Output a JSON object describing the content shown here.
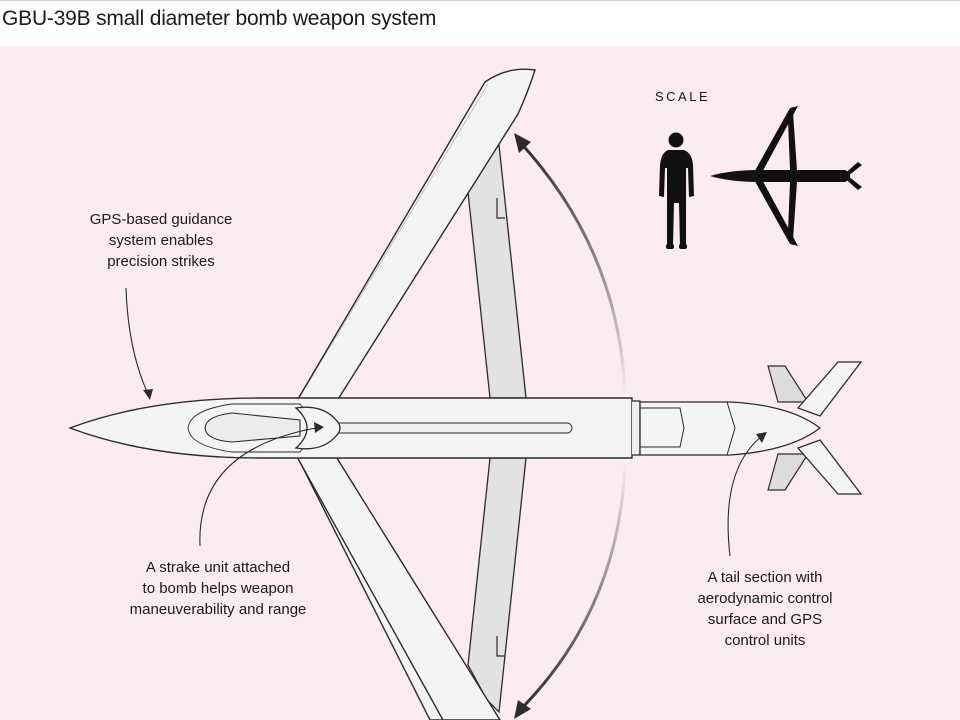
{
  "title": "GBU-39B small diameter bomb weapon system",
  "scale_label": "SCALE",
  "callouts": {
    "guidance": [
      "GPS-based guidance",
      "system enables",
      "precision strikes"
    ],
    "strake": [
      "A strake unit attached",
      "to bomb helps weapon",
      "maneuverability and range"
    ],
    "tail": [
      "A tail section with",
      "aerodynamic control",
      "surface and GPS",
      "control units"
    ]
  },
  "colors": {
    "background": "#fcecef",
    "outline": "#2b2b2b",
    "body_fill": "#f4f4f4",
    "wing_shadow": "#e2e2e2",
    "silhouette": "#111111"
  }
}
